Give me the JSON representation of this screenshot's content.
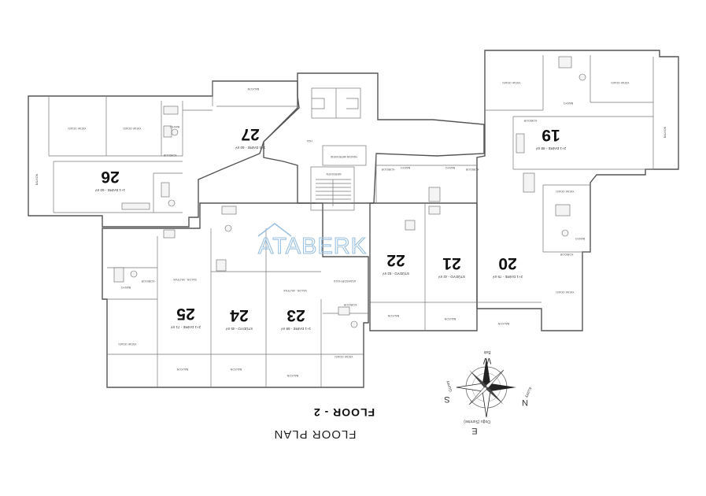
{
  "titles": {
    "floor": "FLOOR - 2",
    "plan": "FLOOR PLAN"
  },
  "watermark": "ATABERK",
  "units": [
    {
      "id": "19",
      "number": "19",
      "subtitle": "2+1 DAİRE - 88 m²"
    },
    {
      "id": "20",
      "number": "20",
      "subtitle": "2+1 DAİRE - 79 m²"
    },
    {
      "id": "21",
      "number": "21",
      "subtitle": "STÜDYO - 42 m²"
    },
    {
      "id": "22",
      "number": "22",
      "subtitle": "STÜDYO - 52 m²"
    },
    {
      "id": "23",
      "number": "23",
      "subtitle": "1+1 DAİRE - 58 m²"
    },
    {
      "id": "24",
      "number": "24",
      "subtitle": "STÜDYO - 45 m²"
    },
    {
      "id": "25",
      "number": "25",
      "subtitle": "2+1 DAİRE - 71 m²"
    },
    {
      "id": "26",
      "number": "26",
      "subtitle": "1+1 DAİRE - 60 m²"
    },
    {
      "id": "27",
      "number": "27",
      "subtitle": "1+1 DAİRE - 60 m²"
    }
  ],
  "rooms": {
    "balkon": "BALKON",
    "banyo": "BANYO",
    "koridor": "KORİDOR",
    "salon": "SALON - MUTFAK",
    "yatak": "YATAK ODASI",
    "hol": "HOL",
    "asansor": "ASANSÖR",
    "asansor_holu": "ASANSÖR HOLÜ",
    "merdiven": "MERDİVEN",
    "yangin": "YANGIN MERDİVENİ"
  },
  "compass": {
    "west": "W",
    "west_sub": "Batı",
    "east": "E",
    "east_sub": "Doğu (Sunrise)",
    "north": "N",
    "north_sub": "Kuzey",
    "south": "S",
    "south_sub": "Güney"
  }
}
